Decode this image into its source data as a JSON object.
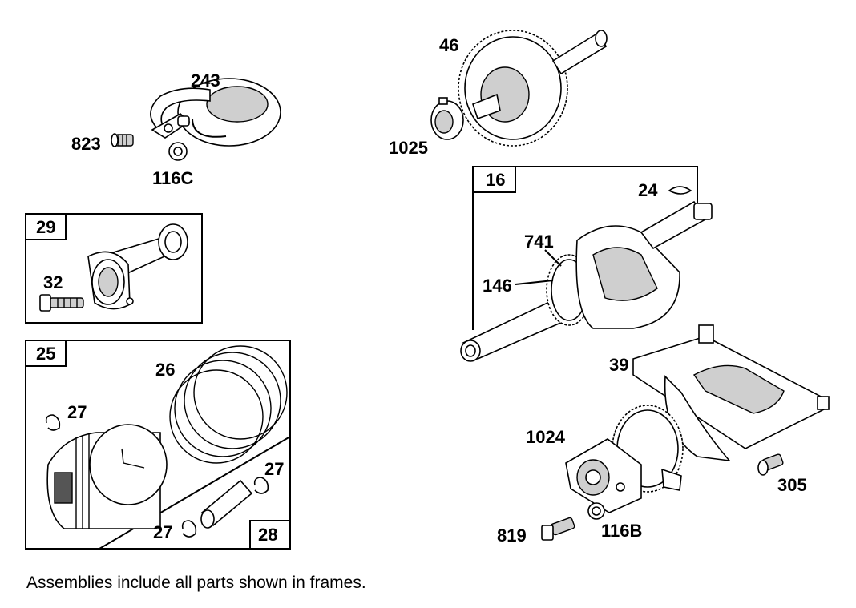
{
  "labels": {
    "p243": "243",
    "p823": "823",
    "p116c": "116C",
    "p29": "29",
    "p32": "32",
    "p25": "25",
    "p26": "26",
    "p27a": "27",
    "p27b": "27",
    "p27c": "27",
    "p28": "28",
    "p46": "46",
    "p1025": "1025",
    "p16": "16",
    "p24": "24",
    "p741": "741",
    "p146": "146",
    "p39": "39",
    "p1024": "1024",
    "p305": "305",
    "p819": "819",
    "p116b": "116B"
  },
  "footnote": "Assemblies include all parts shown in frames."
}
